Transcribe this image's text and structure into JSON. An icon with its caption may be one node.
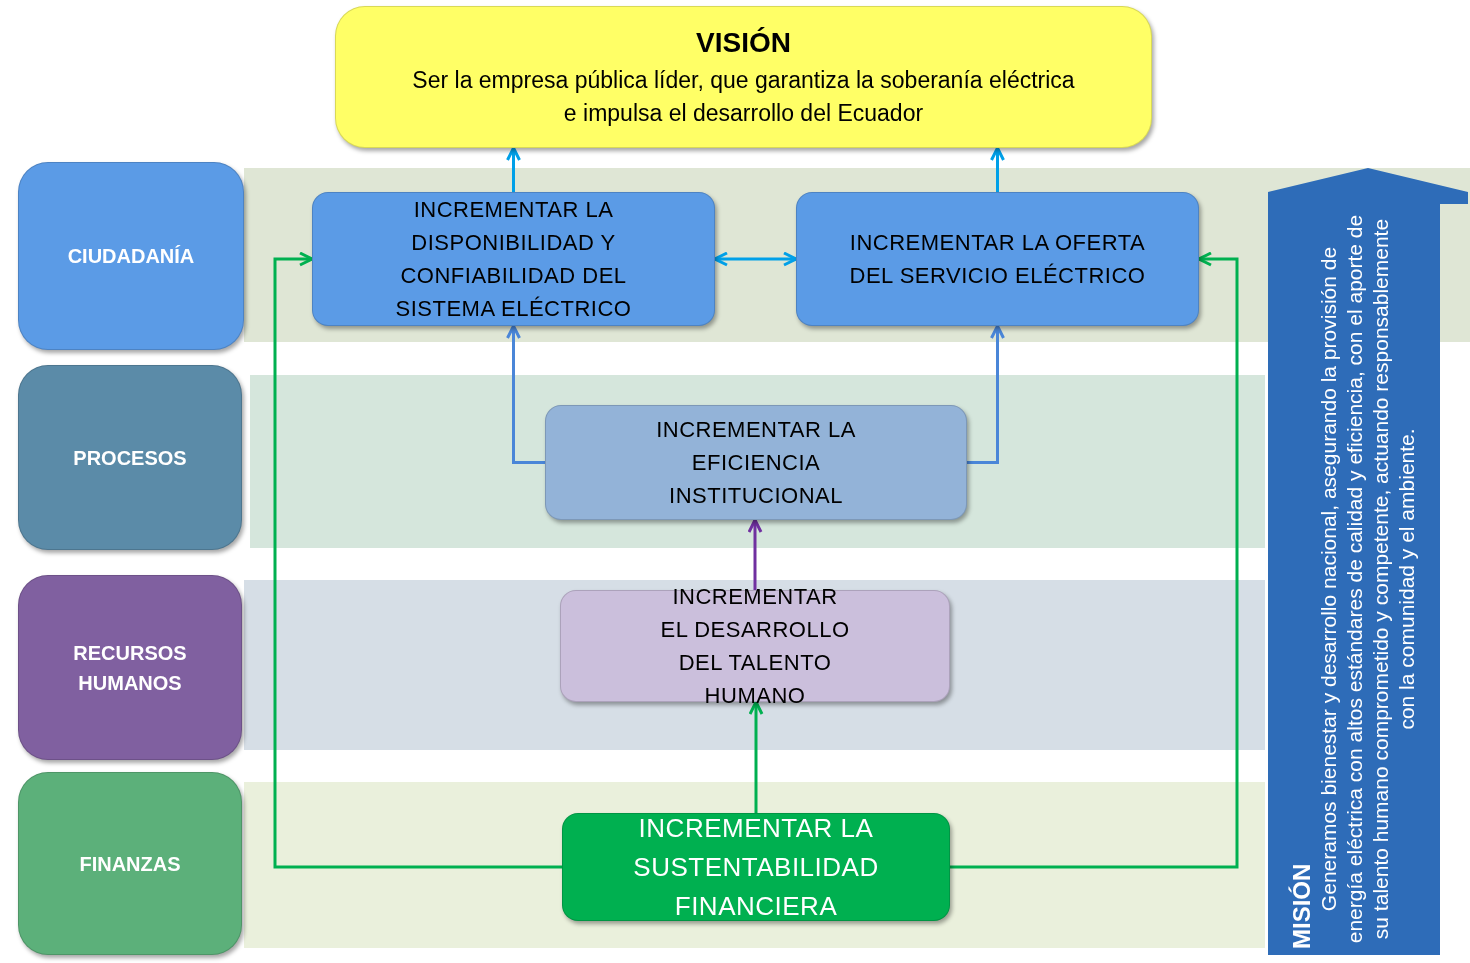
{
  "diagram": {
    "nodes": [
      {
        "text": [
          "VISIÓN",
          "Ser la empresa pública líder, que garantiza la soberanía eléctrica e impulsa el desarrollo del Ecuador"
        ]
      },
      {
        "text": [
          "CIUDADANÍA"
        ]
      },
      {
        "text": [
          "PROCESOS"
        ]
      },
      {
        "text": [
          "RECURSOS HUMANOS"
        ]
      },
      {
        "text": [
          "FINANZAS"
        ]
      },
      {
        "text": [
          "INCREMENTAR LA DISPONIBILIDAD Y CONFIABILIDAD DEL SISTEMA ELÉCTRICO"
        ]
      },
      {
        "text": [
          "INCREMENTAR LA OFERTA DEL SERVICIO ELÉCTRICO"
        ]
      },
      {
        "text": [
          "INCREMENTAR LA EFICIENCIA INSTITUCIONAL"
        ]
      },
      {
        "text": [
          "INCREMENTAR EL DESARROLLO DEL TALENTO HUMANO"
        ]
      },
      {
        "text": [
          "INCREMENTAR LA SUSTENTABILIDAD FINANCIERA"
        ]
      },
      {
        "text": [
          "MISIÓN",
          "Generamos bienestar y desarrollo nacional, asegurando la provisión de energía eléctrica con altos estándares de calidad y eficiencia, con el aporte de su talento humano comprometido y competente, actuando responsablemente con la comunidad y el ambiente."
        ]
      }
    ],
    "edges": [
      {
        "from": 5,
        "to": 0,
        "arrow": "to",
        "color": "#00a0e8"
      },
      {
        "from": 6,
        "to": 0,
        "arrow": "to",
        "color": "#00a0e8"
      },
      {
        "from": 5,
        "to": 6,
        "arrow": "both",
        "color": "#00a0e8"
      },
      {
        "from": 7,
        "to": 5,
        "arrow": "to",
        "color": "#4a86d8"
      },
      {
        "from": 7,
        "to": 6,
        "arrow": "to",
        "color": "#4a86d8"
      },
      {
        "from": 8,
        "to": 7,
        "arrow": "to",
        "color": "#7030a0"
      },
      {
        "from": 9,
        "to": 8,
        "arrow": "to",
        "color": "#00b050"
      },
      {
        "from": 9,
        "to": 5,
        "arrow": "to",
        "color": "#00b050"
      },
      {
        "from": 9,
        "to": 6,
        "arrow": "to",
        "color": "#00b050"
      }
    ]
  }
}
